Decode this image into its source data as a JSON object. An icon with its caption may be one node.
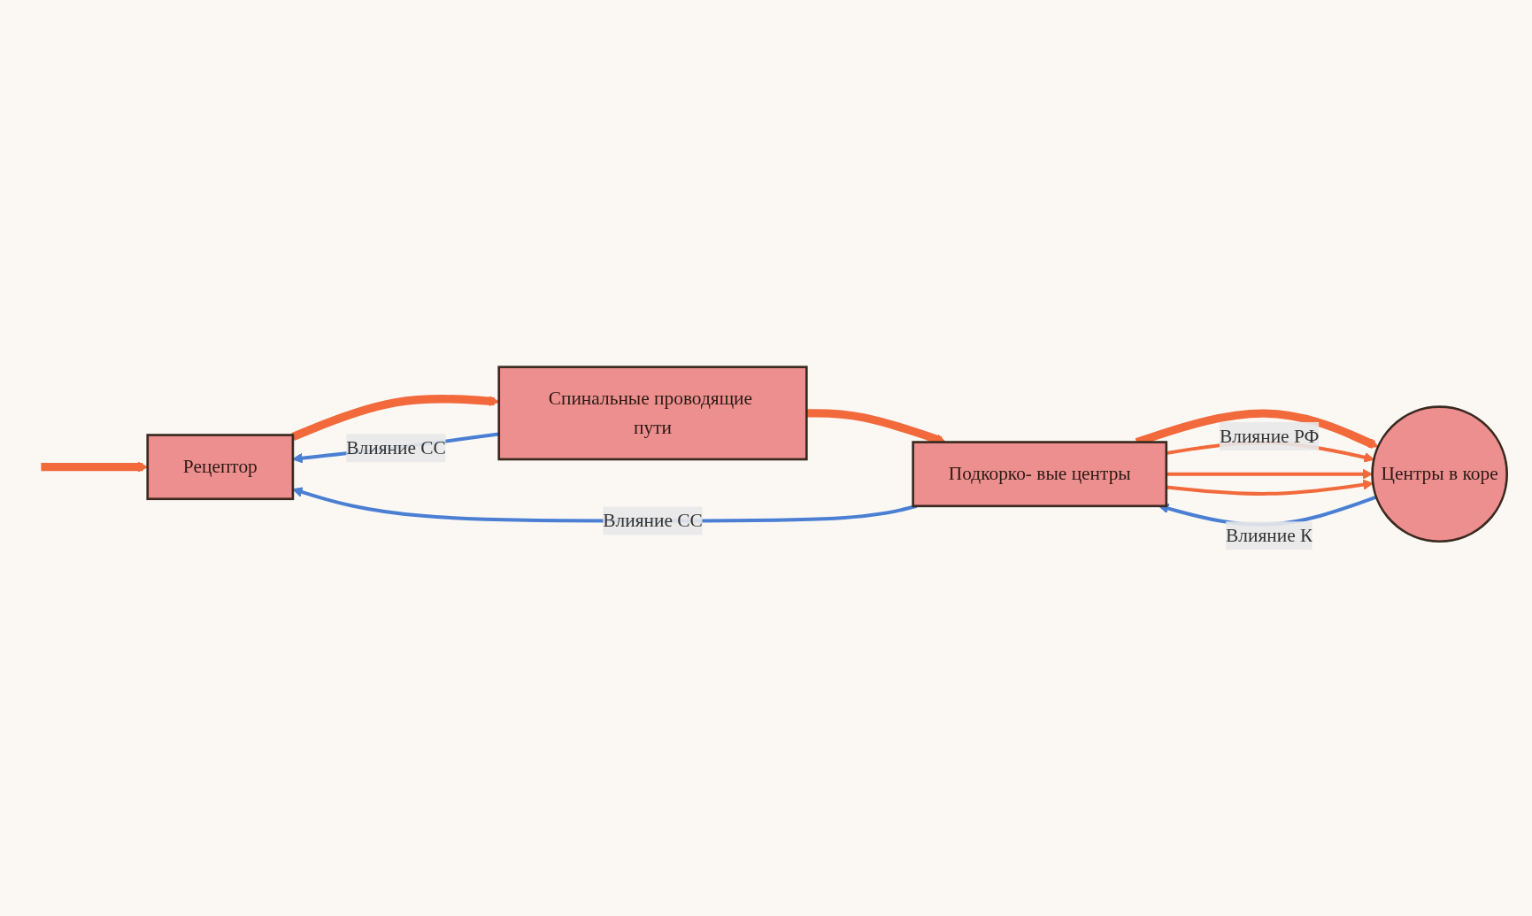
{
  "diagram": {
    "nodes": [
      {
        "text": [
          "Рецептор"
        ]
      },
      {
        "text": [
          "Спинальные проводящие пути"
        ]
      },
      {
        "text": [
          "Подкорко- вые центры"
        ]
      },
      {
        "text": [
          "Центры в коре"
        ]
      }
    ],
    "edges": [
      {
        "from": null,
        "to": 0,
        "arrow": "to",
        "style": "thick"
      },
      {
        "from": 0,
        "to": 1,
        "arrow": "to",
        "style": "thick"
      },
      {
        "from": 1,
        "to": 2,
        "arrow": "to",
        "style": "thick"
      },
      {
        "from": 2,
        "to": 3,
        "arrow": "to",
        "style": "thick"
      },
      {
        "from": 2,
        "to": 3,
        "arrow": "to",
        "label": "Влияние РФ"
      },
      {
        "from": 2,
        "to": 3,
        "arrow": "to"
      },
      {
        "from": 2,
        "to": 3,
        "arrow": "to"
      },
      {
        "from": 1,
        "to": 0,
        "arrow": "to",
        "label": "Влияние СС",
        "color": "#4a7fd4"
      },
      {
        "from": 2,
        "to": 0,
        "arrow": "to",
        "label": "Влияние СС",
        "color": "#4a7fd4"
      },
      {
        "from": 3,
        "to": 2,
        "arrow": "to",
        "label": "Влияние К",
        "color": "#4a7fd4"
      }
    ]
  }
}
